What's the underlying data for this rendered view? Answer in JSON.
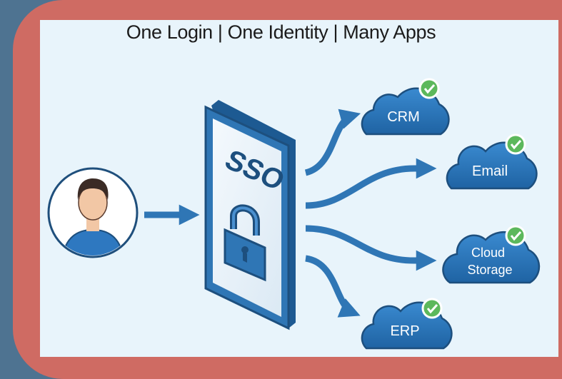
{
  "diagram": {
    "title": "One Login | One Identity | Many Apps",
    "sso_label": "SSO",
    "apps": [
      {
        "id": "crm",
        "label": "CRM"
      },
      {
        "id": "email",
        "label": "Email"
      },
      {
        "id": "cloud-storage",
        "label": "Cloud\nStorage"
      },
      {
        "id": "erp",
        "label": "ERP"
      }
    ]
  },
  "colors": {
    "background": "#4e7391",
    "frame": "#cf6b63",
    "panel": "#e8f4fb",
    "primary_blue": "#2f76b5",
    "dark_blue": "#1d4f7e",
    "check_green": "#5cb85c"
  }
}
